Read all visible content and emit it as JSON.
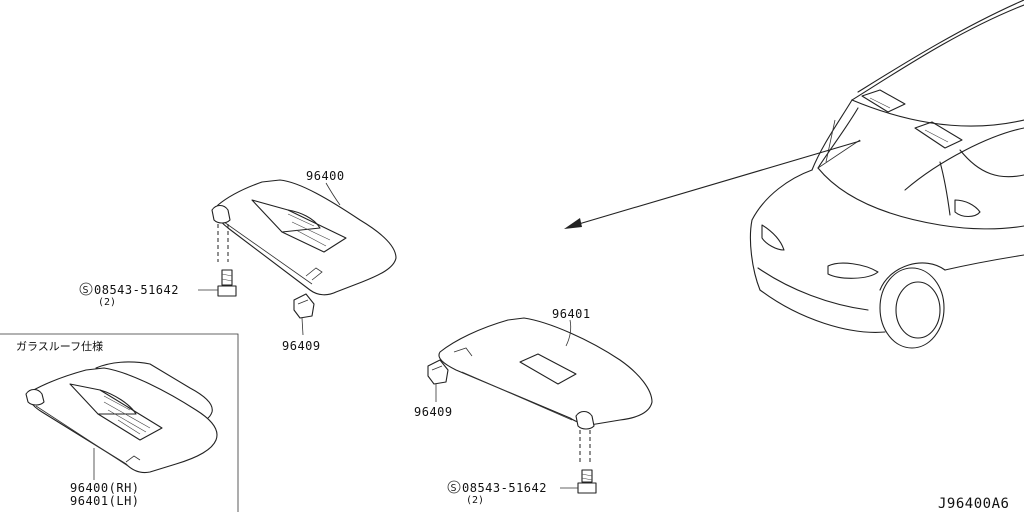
{
  "labels": {
    "part_96400": "96400",
    "part_96401": "96401",
    "clip_left": "96409",
    "clip_right": "96409",
    "screw_left": "08543-51642",
    "screw_left_qty": "(2)",
    "screw_right": "08543-51642",
    "screw_right_qty": "(2)",
    "screw_symbol": "S",
    "inset_title": "ガラスルーフ仕様",
    "inset_rh": "96400(RH)",
    "inset_lh": "96401(LH)",
    "diagram_id": "J96400A6"
  },
  "colors": {
    "line": "#222222",
    "background": "#ffffff"
  }
}
